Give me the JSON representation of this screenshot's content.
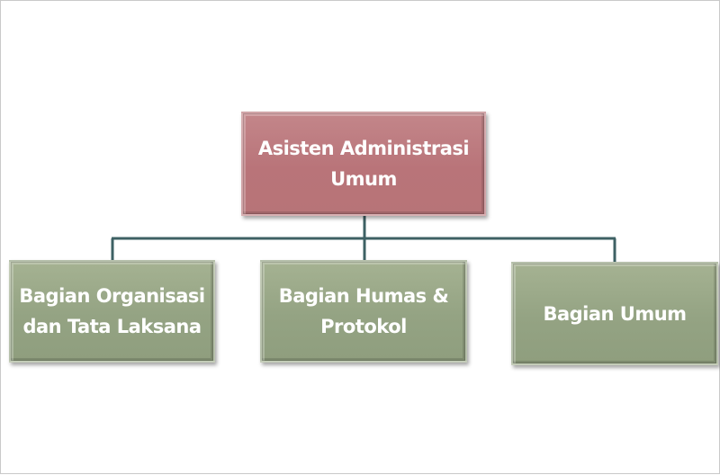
{
  "diagram": {
    "root": {
      "line1": "Asisten Administrasi",
      "line2": "Umum"
    },
    "children": [
      {
        "line1": "Bagian Organisasi",
        "line2": "dan Tata Laksana"
      },
      {
        "line1": "Bagian Humas &",
        "line2": "Protokol"
      },
      {
        "line1": "Bagian Umum",
        "line2": ""
      }
    ]
  },
  "colors": {
    "root_fill": "#bb797d",
    "child_fill": "#94a383",
    "connector": "#3e6164"
  }
}
